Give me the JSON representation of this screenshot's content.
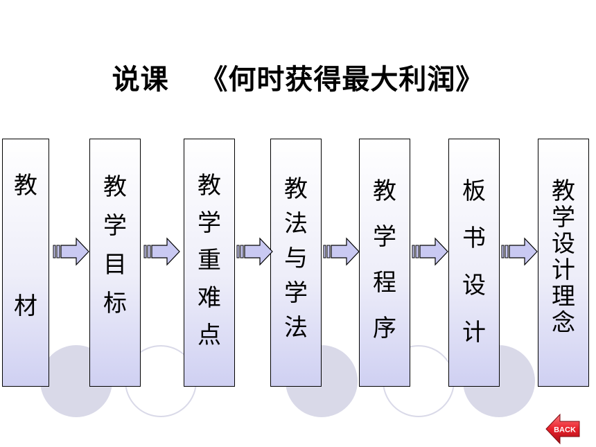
{
  "title": "说课   《何时获得最大利润》",
  "steps": [
    {
      "lines": [
        "教",
        "",
        "",
        "材"
      ]
    },
    {
      "lines": [
        "教",
        "学",
        "目",
        "标"
      ]
    },
    {
      "lines": [
        "教",
        "学",
        "重",
        "难",
        "点"
      ]
    },
    {
      "lines": [
        "教",
        "法",
        "与",
        "学",
        "法"
      ]
    },
    {
      "lines": [
        "教",
        "学",
        "程",
        "序"
      ]
    },
    {
      "lines": [
        "板",
        "书",
        "设",
        "计"
      ]
    },
    {
      "lines": [
        "教",
        "学",
        "设",
        "计",
        "理",
        "念"
      ]
    }
  ],
  "back_button": {
    "label": "BACK",
    "color": "#e8202a"
  },
  "colors": {
    "box_bottom": "#cfd0f2",
    "arrow_fill": "#c9c9f2",
    "deco_circle": "#d9d9e8"
  }
}
